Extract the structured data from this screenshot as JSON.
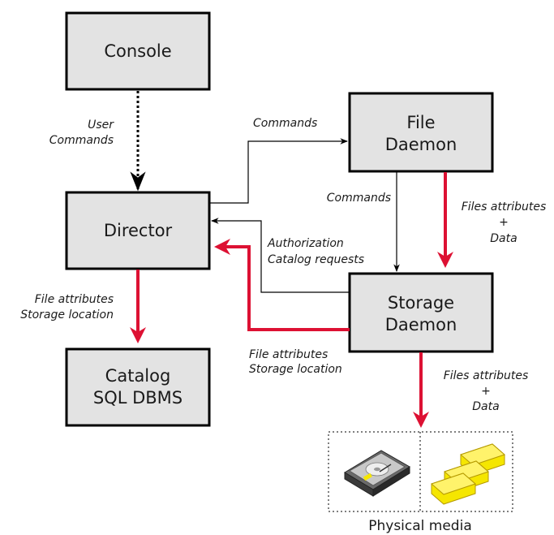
{
  "colors": {
    "box_fill": "#e3e3e3",
    "box_stroke": "#000000",
    "data_flow": "#dd1133",
    "control_flow": "#000000",
    "media_fill": "#f5e600"
  },
  "nodes": {
    "console": "Console",
    "director": "Director",
    "file_daemon": [
      "File",
      "Daemon"
    ],
    "storage_daemon": [
      "Storage",
      "Daemon"
    ],
    "catalog": [
      "Catalog",
      "SQL DBMS"
    ]
  },
  "edges": {
    "user_commands": [
      "User",
      "Commands"
    ],
    "director_to_fd": "Commands",
    "fd_to_sd": "Commands",
    "fd_to_sd_data": [
      "Files attributes",
      "+",
      "Data"
    ],
    "sd_to_director": [
      "Authorization",
      "Catalog requests"
    ],
    "director_to_catalog": [
      "File attributes",
      "Storage location"
    ],
    "sd_to_director_data": [
      "File attributes",
      "Storage location"
    ],
    "sd_to_media": [
      "Files attributes",
      "+",
      "Data"
    ]
  },
  "media": {
    "caption": "Physical media",
    "icons": [
      "hard-disk-icon",
      "tape-cartridges-icon"
    ]
  }
}
